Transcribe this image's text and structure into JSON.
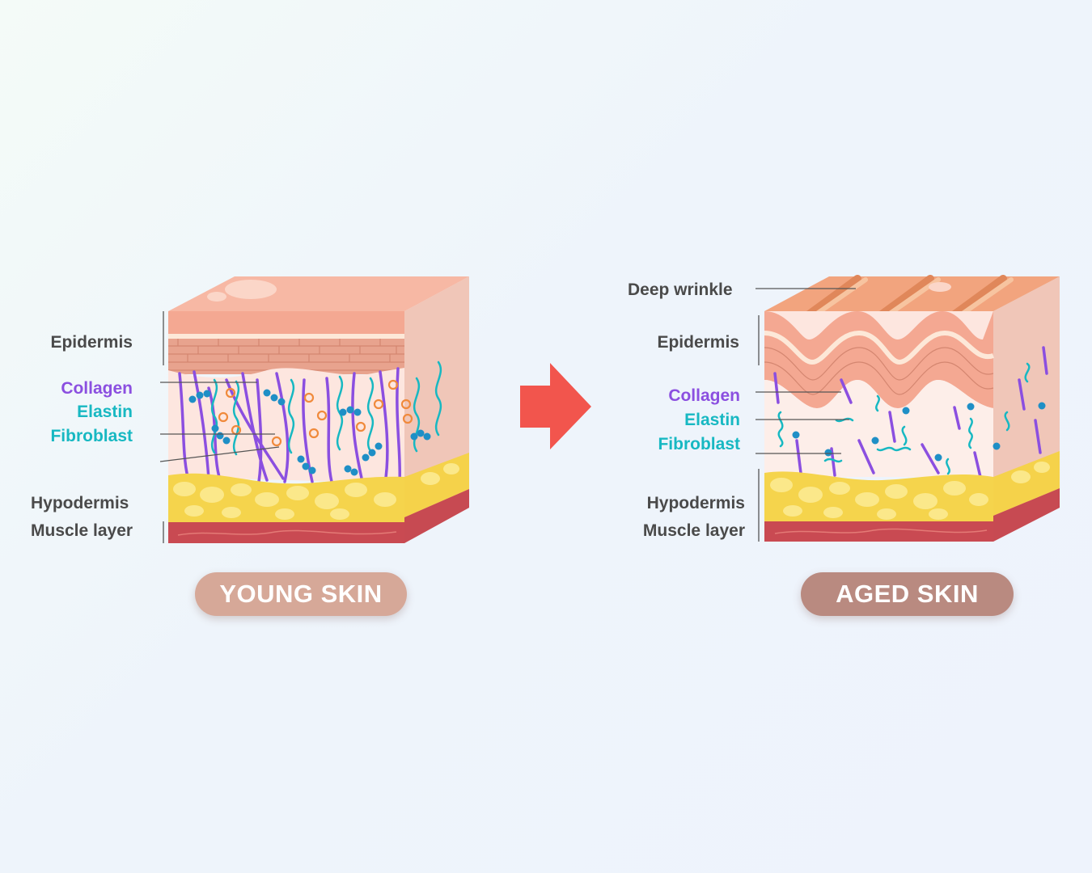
{
  "young": {
    "labels": {
      "epidermis": "Epidermis",
      "collagen": "Collagen",
      "elastin": "Elastin",
      "fibroblast": "Fibroblast",
      "hypodermis": "Hypodermis",
      "muscle": "Muscle layer"
    },
    "badge": "YOUNG SKIN",
    "badge_color": "#d6a898"
  },
  "aged": {
    "labels": {
      "wrinkle": "Deep wrinkle",
      "epidermis": "Epidermis",
      "collagen": "Collagen",
      "elastin": "Elastin",
      "fibroblast": "Fibroblast",
      "hypodermis": "Hypodermis",
      "muscle": "Muscle layer"
    },
    "badge": "AGED SKIN",
    "badge_color": "#b98a80"
  },
  "colors": {
    "collagen": "#8b4fe0",
    "elastin": "#17b8c2",
    "arrow": "#f2554d"
  }
}
